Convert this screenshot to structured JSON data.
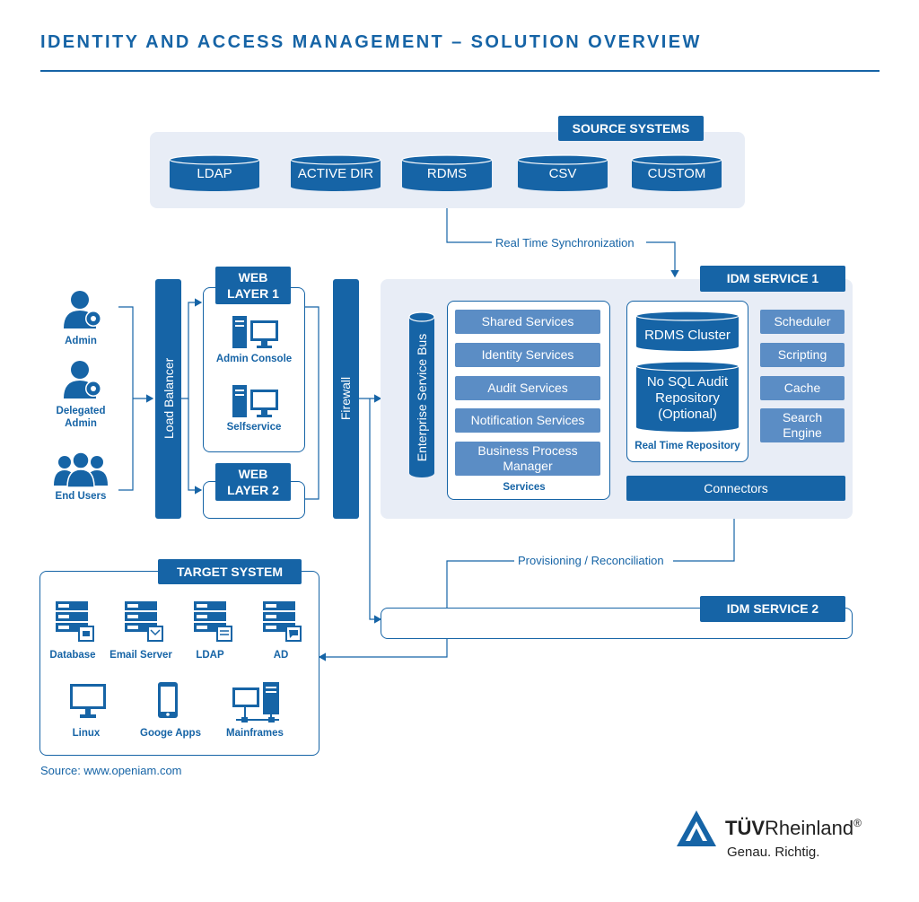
{
  "title": "IDENTITY AND ACCESS MANAGEMENT – SOLUTION OVERVIEW",
  "source_systems": {
    "label": "SOURCE SYSTEMS",
    "items": [
      "LDAP",
      "ACTIVE DIR",
      "RDMS",
      "CSV",
      "CUSTOM"
    ]
  },
  "flows": {
    "realtime_sync": "Real Time Synchronization",
    "provisioning": "Provisioning / Reconciliation"
  },
  "users": [
    {
      "label": "Admin"
    },
    {
      "label": "Delegated Admin"
    },
    {
      "label": "End Users"
    }
  ],
  "load_balancer": "Load Balancer",
  "web_layer_1": {
    "label": "WEB\nLAYER 1",
    "items": [
      "Admin Console",
      "Selfservice"
    ]
  },
  "web_layer_2": {
    "label": "WEB\nLAYER 2"
  },
  "firewall": "Firewall",
  "idm_service_1": {
    "label": "IDM SERVICE 1",
    "esb": "Enterprise Service Bus",
    "services": {
      "items": [
        "Shared Services",
        "Identity Services",
        "Audit Services",
        "Notification Services",
        "Business Process Manager"
      ],
      "caption": "Services"
    },
    "repository": {
      "cluster": "RDMS Cluster",
      "audit": "No SQL Audit Repository (Optional)",
      "caption": "Real Time Repository"
    },
    "side_items": [
      "Scheduler",
      "Scripting",
      "Cache",
      "Search Engine"
    ],
    "connectors": "Connectors"
  },
  "idm_service_2": {
    "label": "IDM SERVICE 2"
  },
  "target_system": {
    "label": "TARGET SYSTEM",
    "row1": [
      "Database",
      "Email Server",
      "LDAP",
      "AD"
    ],
    "row2": [
      "Linux",
      "Googe Apps",
      "Mainframes"
    ]
  },
  "source_note": "Source: www.openiam.com",
  "brand": {
    "name_bold": "TÜV",
    "name_rest": "Rheinland",
    "reg": "®",
    "tagline": "Genau. Richtig."
  },
  "colors": {
    "primary": "#1664a6",
    "light": "#5b8dc5",
    "panel": "#e8edf6"
  }
}
